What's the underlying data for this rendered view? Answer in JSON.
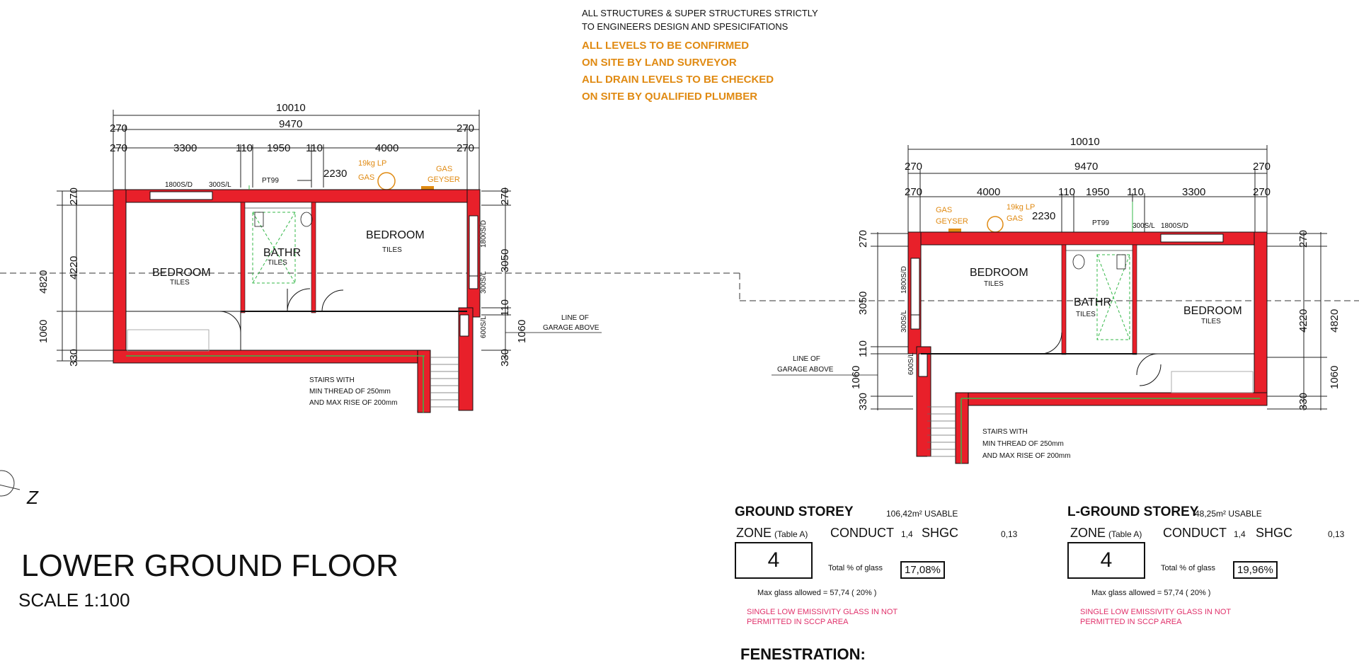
{
  "notes": {
    "line1": "ALL STRUCTURES & SUPER STRUCTURES STRICTLY",
    "line2": "TO ENGINEERS DESIGN AND SPESICIFATIONS",
    "line3": "ALL LEVELS TO BE CONFIRMED",
    "line4": "ON SITE BY LAND SURVEYOR",
    "line5": "ALL DRAIN LEVELS TO BE CHECKED",
    "line6": "ON SITE BY QUALIFIED PLUMBER"
  },
  "left_plan": {
    "dims_top": {
      "overall": "10010",
      "inner": "9470",
      "wall_l1": "270",
      "wall_l2": "270",
      "wall_r1": "270",
      "wall_r2": "270",
      "d1": "3300",
      "d2": "110",
      "d3": "1950",
      "d4": "110",
      "d5": "4000",
      "pipe": "2230"
    },
    "dims_left": {
      "total": "4820",
      "a": "4220",
      "b": "1060",
      "c": "270",
      "d": "330"
    },
    "dims_right": {
      "a": "270",
      "b": "3050",
      "c": "110",
      "d": "1060",
      "e": "330"
    },
    "rooms": {
      "bed1": "BEDROOM",
      "bed1_f": "TILES",
      "bath": "BATHR",
      "bath_f": "TILES",
      "bed2": "BEDROOM",
      "bed2_f": "TILES"
    },
    "labels": {
      "gas": "19kg LP",
      "gas2": "GAS",
      "geyser": "GAS",
      "geyser2": "GEYSER",
      "pt": "PT99",
      "win1": "1800S/D",
      "win2": "300S/L",
      "win3": "1800S/D",
      "win4": "300S/L",
      "win5": "600S/L",
      "garage1": "LINE OF",
      "garage2": "GARAGE ABOVE",
      "stairs1": "STAIRS WITH",
      "stairs2": "MIN THREAD OF 250mm",
      "stairs3": "AND MAX RISE OF 200mm"
    }
  },
  "right_plan": {
    "dims_top": {
      "overall": "10010",
      "inner": "9470",
      "wall_l1": "270",
      "wall_l2": "270",
      "wall_r1": "270",
      "wall_r2": "270",
      "d1": "4000",
      "d2": "110",
      "d3": "1950",
      "d4": "110",
      "d5": "3300",
      "pipe": "2230"
    },
    "dims_left": {
      "a": "270",
      "b": "3050",
      "c": "110",
      "d": "1060",
      "e": "330"
    },
    "dims_right": {
      "total": "4820",
      "a": "4220",
      "b": "1060",
      "c": "270",
      "d": "330"
    },
    "rooms": {
      "bed1": "BEDROOM",
      "bed1_f": "TILES",
      "bath": "BATHR",
      "bath_f": "TILES",
      "bed2": "BEDROOM",
      "bed2_f": "TILES"
    },
    "labels": {
      "gas": "19kg LP",
      "gas2": "GAS",
      "geyser": "GAS",
      "geyser2": "GEYSER",
      "pt": "PT99",
      "win1": "1800S/D",
      "win2": "300S/L",
      "win3": "1800S/D",
      "win4": "300S/L",
      "win5": "600S/L",
      "garage1": "LINE OF",
      "garage2": "GARAGE ABOVE",
      "stairs1": "STAIRS WITH",
      "stairs2": "MIN THREAD OF 250mm",
      "stairs3": "AND MAX RISE OF 200mm"
    }
  },
  "north": "Z",
  "title": {
    "name": "LOWER GROUND FLOOR",
    "scale": "SCALE 1:100"
  },
  "ground": {
    "heading": "GROUND STOREY",
    "area": "106,42m² USABLE",
    "zone": "ZONE",
    "zone_sub": "(Table A)",
    "conduct": "CONDUCT",
    "conduct_v": "1,4",
    "shgc": "SHGC",
    "shgc_v": "0,13",
    "zone_value": "4",
    "glass_label": "Total % of glass",
    "glass_pct": "17,08%",
    "max_glass": "Max glass allowed  = 57,74    ( 20% )",
    "warn1": "SINGLE LOW EMISSIVITY GLASS IN NOT",
    "warn2": "PERMITTED IN SCCP AREA"
  },
  "lground": {
    "heading": "L-GROUND STOREY",
    "area": "48,25m²  USABLE",
    "zone": "ZONE",
    "zone_sub": "(Table A)",
    "conduct": "CONDUCT",
    "conduct_v": "1,4",
    "shgc": "SHGC",
    "shgc_v": "0,13",
    "zone_value": "4",
    "glass_label": "Total % of glass",
    "glass_pct": "19,96%",
    "max_glass": "Max glass allowed  = 57,74    ( 20% )",
    "warn1": "SINGLE LOW EMISSIVITY GLASS IN NOT",
    "warn2": "PERMITTED IN SCCP AREA"
  },
  "fenestration": "FENESTRATION:",
  "colors": {
    "wall": "#e8202a",
    "accent": "#e08a12",
    "pink": "#e0306a",
    "green": "#36b84a"
  }
}
